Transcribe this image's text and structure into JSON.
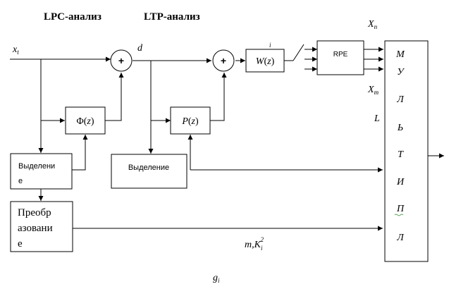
{
  "headers": {
    "lpc": "LPC-анализ",
    "ltp": "LTP-анализ"
  },
  "signals": {
    "input": "x",
    "input_sub": "t",
    "d": "d",
    "i": "i",
    "xn": "X",
    "xn_sub": "n",
    "xm": "X",
    "xm_sub": "m",
    "L": "L",
    "mk_m": "m,",
    "mk_k": "K",
    "mk_sub": "i",
    "mk_sup": "2",
    "g": "g",
    "g_sub": "i"
  },
  "blocks": {
    "phi": {
      "fn": "Φ",
      "arg": "z"
    },
    "p": {
      "fn": "P",
      "arg": "z"
    },
    "w": {
      "fn": "W",
      "arg": "z"
    },
    "rpe": "RPE",
    "select_lpc": [
      "Выделени",
      "е"
    ],
    "select_ltp": "Выделение",
    "transform": [
      "Преобр",
      "азовани",
      "е"
    ]
  },
  "adders": {
    "symbol": "+"
  },
  "mux_letters": [
    "М",
    "У",
    "Л",
    "Ь",
    "Т",
    "И",
    "П",
    "Л"
  ]
}
